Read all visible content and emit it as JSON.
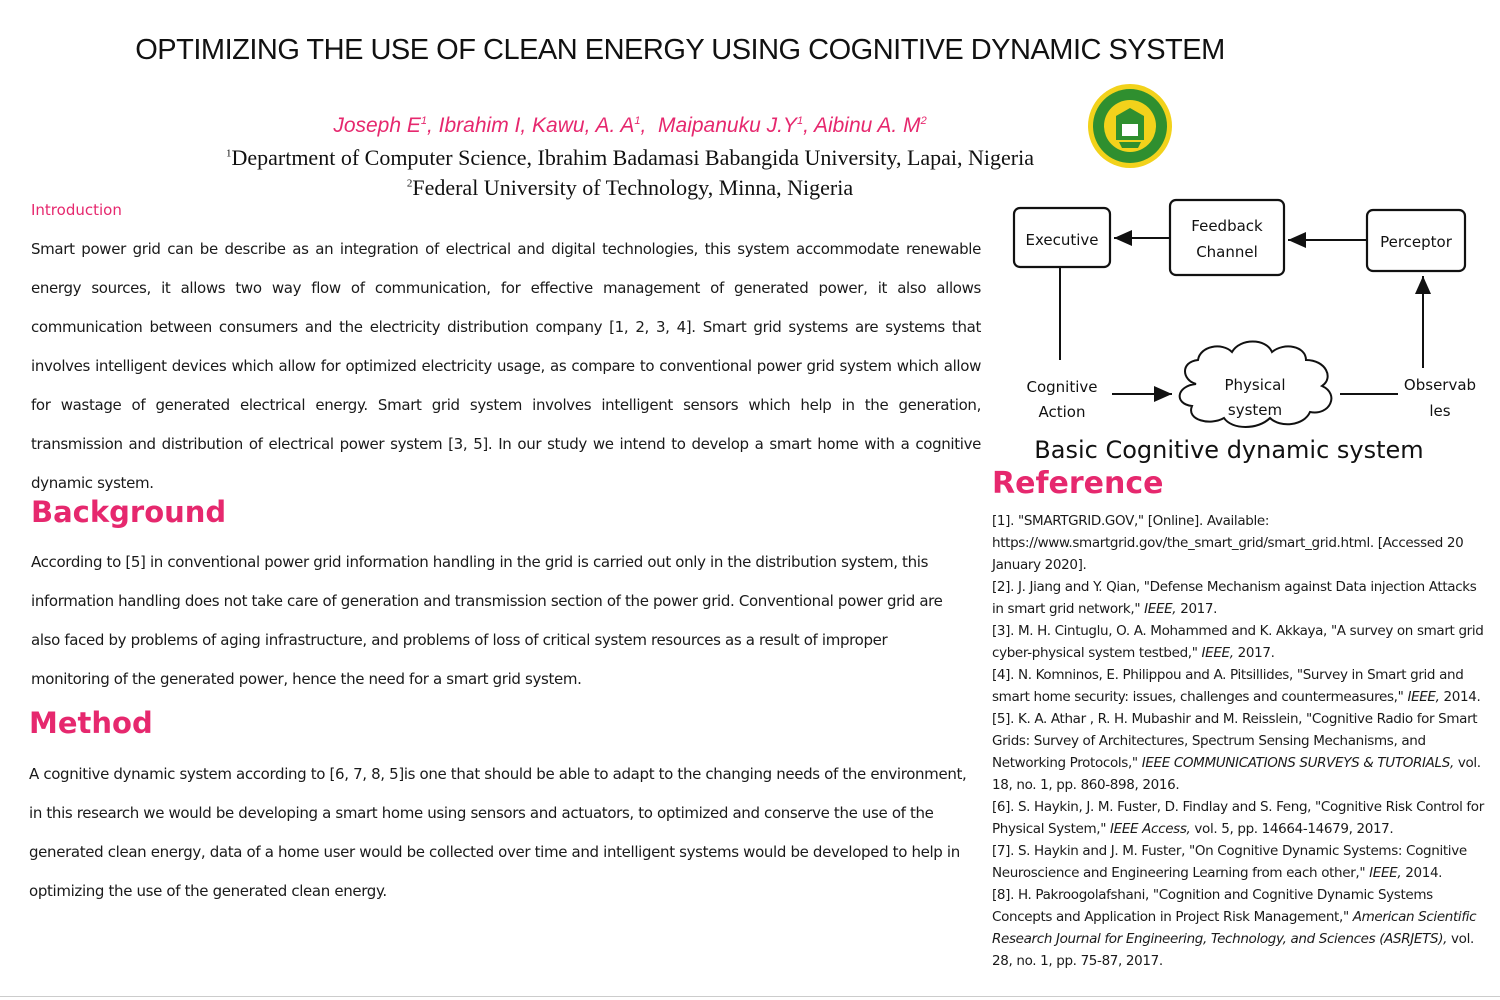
{
  "title": "OPTIMIZING THE USE OF CLEAN ENERGY USING COGNITIVE DYNAMIC SYSTEM",
  "authors": [
    {
      "name": "Joseph E",
      "sup": "1"
    },
    {
      "name": "Ibrahim I",
      "sup": ""
    },
    {
      "name": "Kawu, A. A",
      "sup": "1"
    },
    {
      "name": "Maipanuku J.Y",
      "sup": "1"
    },
    {
      "name": "Aibinu A. M",
      "sup": "2"
    }
  ],
  "affiliations": [
    {
      "sup": "1",
      "text": "Department of Computer Science, Ibrahim Badamasi Babangida University, Lapai, Nigeria"
    },
    {
      "sup": "2",
      "text": "Federal University of Technology, Minna, Nigeria"
    }
  ],
  "introduction": {
    "heading": "Introduction",
    "text": "Smart power grid can be describe as an integration of electrical and digital technologies, this system accommodate renewable energy sources,  it allows two way flow of communication, for effective management of generated power, it also allows communication between consumers and the electricity distribution company [1, 2, 3, 4]. Smart grid systems are systems that involves intelligent devices which allow for optimized electricity usage, as compare to conventional power grid system which allow for wastage of generated electrical energy. Smart grid system involves intelligent sensors which help in the generation, transmission and distribution of electrical power system [3, 5]. In our study we intend to develop a smart home with a cognitive dynamic system."
  },
  "background": {
    "heading": "Background",
    "text": "According to [5] in conventional power grid information handling in the grid is carried out only in the distribution system, this information handling does not take care of generation and transmission section of the power grid. Conventional power grid are also faced by problems of aging infrastructure, and problems of loss of critical system resources as a result of improper monitoring of the generated power, hence the need for a smart grid system."
  },
  "method": {
    "heading": "Method",
    "text": "A cognitive dynamic system according to [6, 7, 8, 5]is one that should be able to adapt to the changing needs of the environment, in this research we would be developing a smart home using sensors and actuators, to optimized and conserve the use of the generated clean energy, data of a home user would be collected over time and intelligent systems would be developed to help in optimizing the use of the generated clean energy."
  },
  "diagram": {
    "caption": "Basic Cognitive dynamic system",
    "executive": "Executive",
    "feedback_line1": "Feedback",
    "feedback_line2": "Channel",
    "perceptor": "Perceptor",
    "cognitive_line1": "Cognitive",
    "cognitive_line2": "Action",
    "physical_line1": "Physical",
    "physical_line2": "system",
    "observables_line1": "Observab",
    "observables_line2": "les"
  },
  "reference": {
    "heading": "Reference",
    "items": [
      {
        "text": "[1]. \"SMARTGRID.GOV,\" [Online]. Available: https://www.smartgrid.gov/the_smart_grid/smart_grid.html. [Accessed 20 January 2020].",
        "venue": "",
        "tail": ""
      },
      {
        "text": "[2]. J. Jiang and Y. Qian, \"Defense Mechanism against Data injection Attacks in smart grid network,\" ",
        "venue": "IEEE,",
        "tail": " 2017."
      },
      {
        "text": "[3]. M. H. Cintuglu, O. A. Mohammed and K. Akkaya, \"A survey on smart grid cyber-physical system testbed,\" ",
        "venue": "IEEE,",
        "tail": " 2017."
      },
      {
        "text": "[4]. N. Komninos, E. Philippou and A. Pitsillides, \"Survey in Smart grid and smart home security: issues, challenges and countermeasures,\" ",
        "venue": "IEEE,",
        "tail": " 2014."
      },
      {
        "text": "[5]. K. A. Athar , R. H. Mubashir and M. Reisslein, \"Cognitive Radio for Smart Grids: Survey of Architectures, Spectrum Sensing Mechanisms, and Networking Protocols,\" ",
        "venue": "IEEE COMMUNICATIONS SURVEYS & TUTORIALS,",
        "tail": " vol. 18, no. 1, pp. 860-898, 2016."
      },
      {
        "text": "[6]. S. Haykin, J. M. Fuster, D. Findlay and S. Feng, \"Cognitive Risk Control for Physical System,\" ",
        "venue": "IEEE Access,",
        "tail": " vol. 5, pp. 14664-14679, 2017."
      },
      {
        "text": "[7]. S. Haykin and J. M. Fuster, \"On Cognitive Dynamic Systems: Cognitive Neuroscience and Engineering Learning from each other,\" ",
        "venue": "IEEE,",
        "tail": " 2014."
      },
      {
        "text": "[8]. H. Pakroogolafshani, \"Cognition and Cognitive Dynamic Systems Concepts and Application in Project Risk Management,\" ",
        "venue": "American Scientific Research Journal for Engineering, Technology, and Sciences (ASRJETS),",
        "tail": " vol. 28, no. 1, pp. 75-87, 2017."
      }
    ]
  },
  "colors": {
    "accent": "#e6286e",
    "logo_green": "#2f8f2f",
    "logo_yellow": "#f2d21b"
  }
}
